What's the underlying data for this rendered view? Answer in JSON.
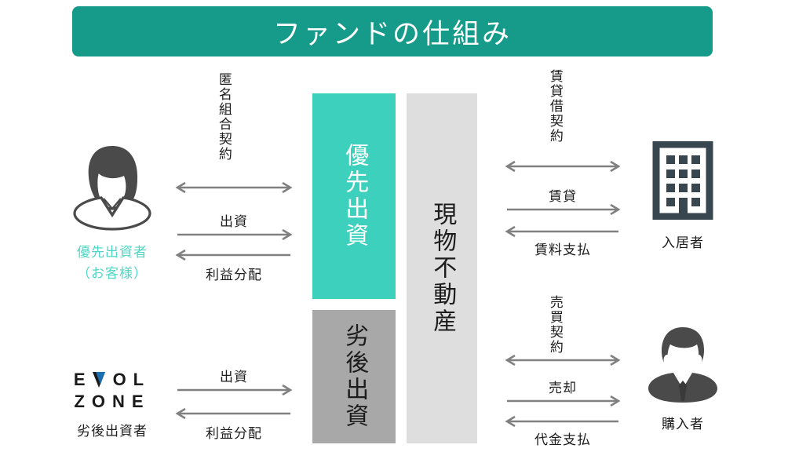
{
  "header": {
    "title": "ファンドの仕組み",
    "background_color": "#169B8A",
    "text_color": "#FFFFFF"
  },
  "center_bars": [
    {
      "key": "senior_investment",
      "label": "優先出資",
      "color": "#3DD0BC",
      "text_color": "#FFFFFF"
    },
    {
      "key": "subordinate_investment",
      "label": "劣後出資",
      "color": "#A8A8A8",
      "text_color": "#1C1C1C"
    },
    {
      "key": "physical_real_estate",
      "label": "現物不動産",
      "color": "#DEDEDE",
      "text_color": "#1C1C1C"
    }
  ],
  "entities": {
    "senior_investor": {
      "icon": "female-avatar-icon",
      "caption_line1": "優先出資者",
      "caption_line2": "（お客様）",
      "caption_color": "#4DD6C4"
    },
    "subordinate_investor": {
      "icon": "evolzone-logo",
      "logo_line1_prefix": "E",
      "logo_line1_suffix": "OL",
      "logo_line2": "ZONE",
      "logo_accent_color": "#1A6FB0",
      "caption": "劣後出資者",
      "caption_color": "#1C1C1C"
    },
    "tenant": {
      "icon": "building-icon",
      "caption": "入居者",
      "caption_color": "#1C1C1C"
    },
    "buyer": {
      "icon": "businessman-icon",
      "caption": "購入者",
      "caption_color": "#1C1C1C"
    }
  },
  "arrows": {
    "left_top": [
      {
        "label": "匿名組合契約",
        "direction": "both",
        "orientation": "vertical-label"
      },
      {
        "label": "出資",
        "direction": "right",
        "orientation": "horizontal-label"
      },
      {
        "label": "利益分配",
        "direction": "left",
        "orientation": "horizontal-label"
      }
    ],
    "left_bottom": [
      {
        "label": "出資",
        "direction": "right",
        "orientation": "horizontal-label"
      },
      {
        "label": "利益分配",
        "direction": "left",
        "orientation": "horizontal-label"
      }
    ],
    "right_top": [
      {
        "label": "賃貸借契約",
        "direction": "both",
        "orientation": "vertical-label"
      },
      {
        "label": "賃貸",
        "direction": "right",
        "orientation": "horizontal-label"
      },
      {
        "label": "賃料支払",
        "direction": "left",
        "orientation": "horizontal-label"
      }
    ],
    "right_bottom": [
      {
        "label": "売買契約",
        "direction": "both",
        "orientation": "vertical-label"
      },
      {
        "label": "売却",
        "direction": "right",
        "orientation": "horizontal-label"
      },
      {
        "label": "代金支払",
        "direction": "left",
        "orientation": "horizontal-label"
      }
    ]
  },
  "arrow_color": "#808080"
}
